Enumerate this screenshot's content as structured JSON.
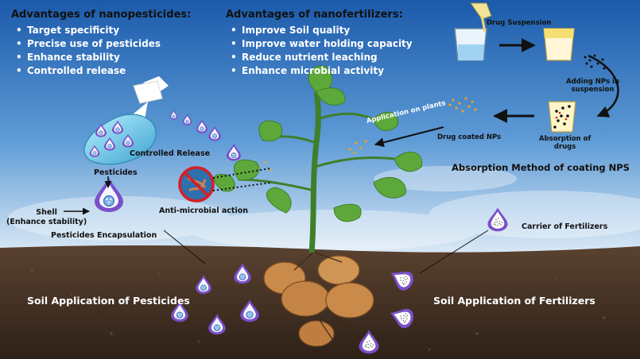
{
  "pesticides": {
    "title": "Advantages of nanopesticides:",
    "items": [
      "Target specificity",
      "Precise use of pesticides",
      "Enhance stability",
      "Controlled release"
    ]
  },
  "fertilizers": {
    "title": "Advantages of nanofertilizers:",
    "items": [
      "Improve Soil quality",
      "Improve water holding capacity",
      "Reduce nutrient leaching",
      "Enhance microbial activity"
    ]
  },
  "labels": {
    "drug_suspension": "Drug Suspension",
    "adding_nps": "Adding NPs in\nsuspension",
    "absorption_of_drugs": "Absorption of\ndrugs",
    "drug_coated_nps": "Drug coated NPs",
    "application_on_plants": "Application on plants",
    "absorption_method": "Absorption Method of coating NPS",
    "controlled_release": "Controlled Release",
    "anti_microbial": "Anti-microbial action",
    "pesticides": "Pesticides",
    "shell": "Shell\n(Enhance stability)",
    "pesticides_encapsulation": "Pesticides Encapsulation",
    "carrier_of_fertilizers": "Carrier of Fertilizers",
    "soil_pesticides": "Soil Application of Pesticides",
    "soil_fertilizers": "Soil Application of Fertilizers"
  },
  "colors": {
    "sky_top": "#1f63b2",
    "sky_bottom": "#d9e8f5",
    "soil": "#4a3526",
    "leaf": "#5da83a",
    "potato": "#c98a4a",
    "capsule": "#7a4fc9"
  },
  "icons": [
    "spray-bottle-icon",
    "beaker-icon",
    "cup-icon",
    "nanoparticle-capsule-icon",
    "no-bacteria-icon",
    "plant-icon",
    "potato-icon",
    "arrow-icon"
  ]
}
